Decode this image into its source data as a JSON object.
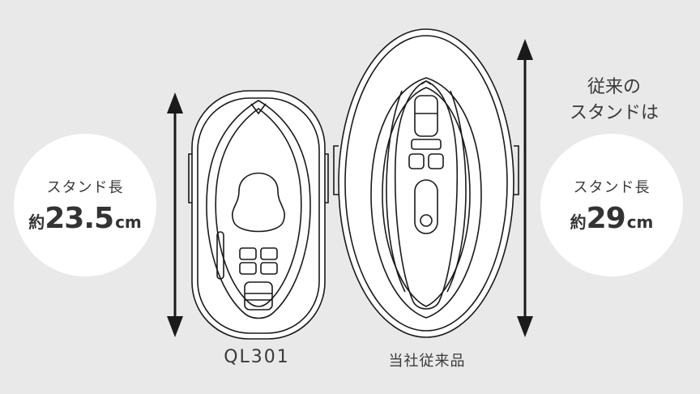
{
  "left_circle": {
    "title": "スタンド長",
    "prefix": "約",
    "value": "23.5",
    "unit": "cm"
  },
  "right_circle": {
    "title": "スタンド長",
    "prefix": "約",
    "value": "29",
    "unit": "cm"
  },
  "old_stand_label": {
    "line1": "従来の",
    "line2": "スタンドは"
  },
  "product_labels": {
    "new_model": "QL301",
    "old_model": "当社従来品"
  },
  "colors": {
    "background": "#e9e9e9",
    "circle": "#ffffff",
    "line": "#1a1a1a",
    "text": "#3a3a3a"
  }
}
